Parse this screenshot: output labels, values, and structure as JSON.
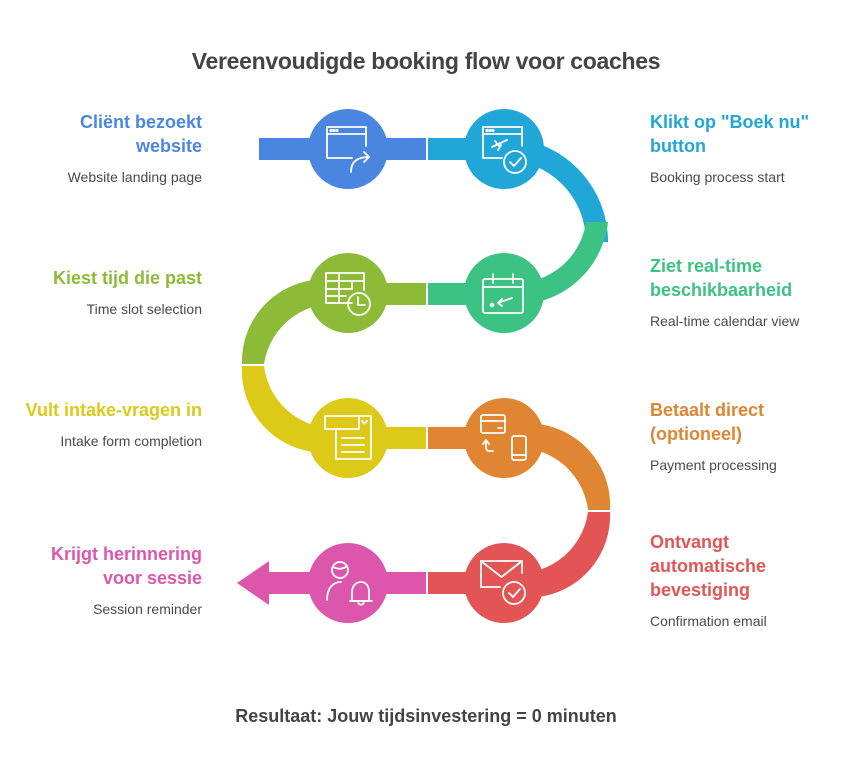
{
  "title": "Vereenvoudigde booking flow voor coaches",
  "footer": "Resultaat: Jouw tijdsinvestering = 0 minuten",
  "steps": [
    {
      "index": 1,
      "side": "left",
      "heading": "Cliënt bezoekt website",
      "subtitle": "Website landing page",
      "color": "#4a86e0",
      "icon": "browser-redirect-icon"
    },
    {
      "index": 2,
      "side": "right",
      "heading": "Klikt op \"Boek nu\" button",
      "subtitle": "Booking process start",
      "color": "#21a6d8",
      "icon": "booking-confirm-icon"
    },
    {
      "index": 3,
      "side": "right",
      "heading": "Ziet real-time beschikbaarheid",
      "subtitle": "Real-time calendar view",
      "color": "#3cc384",
      "icon": "calendar-icon"
    },
    {
      "index": 4,
      "side": "left",
      "heading": "Kiest tijd die past",
      "subtitle": "Time slot selection",
      "color": "#8dbb38",
      "icon": "schedule-clock-icon"
    },
    {
      "index": 5,
      "side": "left",
      "heading": "Vult intake-vragen in",
      "subtitle": "Intake form completion",
      "color": "#dcc918",
      "icon": "form-icon"
    },
    {
      "index": 6,
      "side": "right",
      "heading": "Betaalt direct (optioneel)",
      "subtitle": "Payment processing",
      "color": "#e08532",
      "icon": "card-phone-payment-icon"
    },
    {
      "index": 7,
      "side": "right",
      "heading": "Ontvangt automatische bevestiging",
      "subtitle": "Confirmation email",
      "color": "#e35555",
      "icon": "mail-check-icon"
    },
    {
      "index": 8,
      "side": "left",
      "heading": "Krijgt herinnering voor sessie",
      "subtitle": "Session reminder",
      "color": "#dc56ac",
      "icon": "user-bell-icon"
    }
  ]
}
